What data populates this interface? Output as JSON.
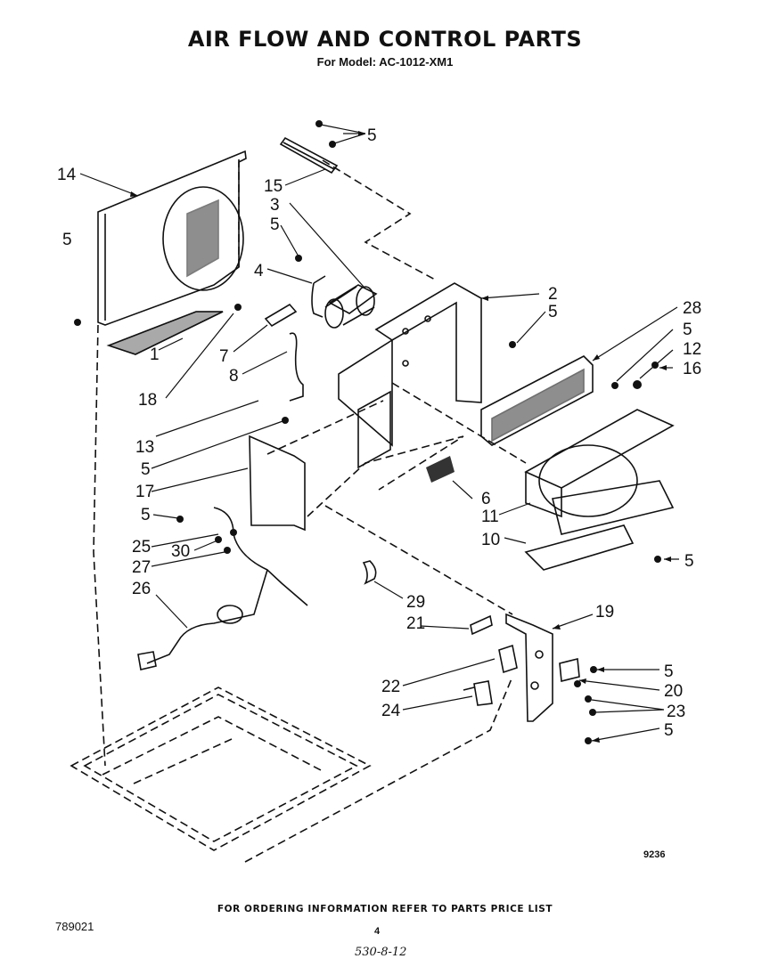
{
  "header": {
    "title": "AIR FLOW AND CONTROL PARTS",
    "subtitle": "For Model: AC-1012-XM1"
  },
  "diagram": {
    "drawing_number": "9236",
    "callouts": [
      "5",
      "14",
      "15",
      "3",
      "5",
      "5",
      "4",
      "2",
      "5",
      "28",
      "5",
      "12",
      "16",
      "7",
      "1",
      "18",
      "8",
      "13",
      "5",
      "17",
      "6",
      "11",
      "5",
      "10",
      "5",
      "25",
      "30",
      "27",
      "26",
      "29",
      "21",
      "19",
      "5",
      "22",
      "20",
      "23",
      "24",
      "5"
    ]
  },
  "footer": {
    "ordering_note": "FOR ORDERING INFORMATION REFER TO PARTS PRICE LIST",
    "doc_number": "789021",
    "page_number": "4",
    "handwritten_code": "530-8-12"
  }
}
